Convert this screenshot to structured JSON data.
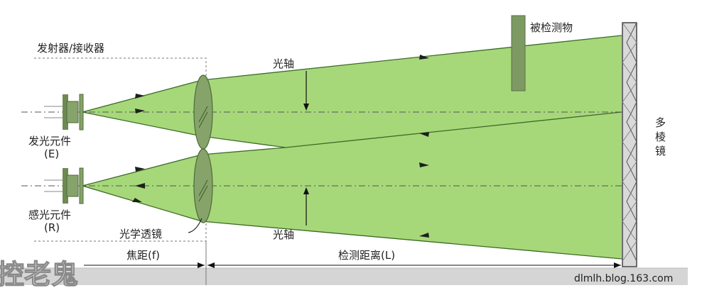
{
  "labels": {
    "transceiver": "发射器/接收器",
    "optical_axis_top": "光轴",
    "optical_axis_bottom": "光轴",
    "detected_object": "被检测物",
    "mirror_1": "多",
    "mirror_2": "棱",
    "mirror_3": "镜",
    "emitter_1": "发光元件",
    "emitter_2": "(E)",
    "receiver_1": "感光元件",
    "receiver_2": "(R)",
    "lens": "光学透镜",
    "focal_length": "焦距(f)",
    "detection_distance": "检测距离(L)"
  },
  "watermark": "控老鬼",
  "site": "dlmlh.blog.163.com",
  "colors": {
    "beam": "#a6d87a",
    "beam_edge": "#3d6b26",
    "lens": "#86a36a",
    "object": "#7d9a63",
    "mirror": "#d9d9d9",
    "ground": "#d5d5d5",
    "axis_line": "#555555"
  }
}
